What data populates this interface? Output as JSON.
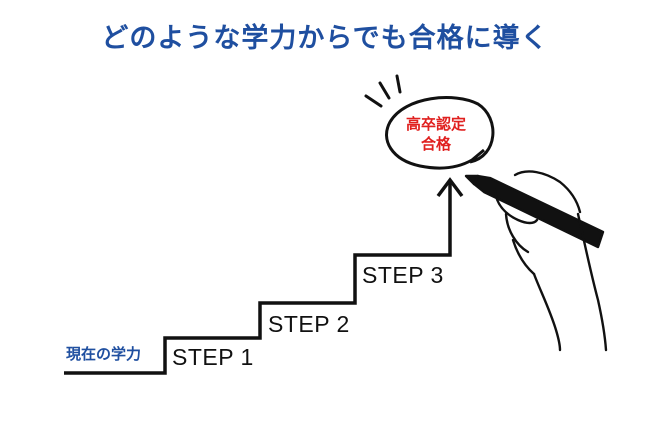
{
  "headline": "どのような学力からでも合格に導く",
  "start_label": "現在の学力",
  "steps": [
    "STEP 1",
    "STEP 2",
    "STEP 3"
  ],
  "goal": {
    "line1": "高卒認定",
    "line2": "合格"
  },
  "colors": {
    "headline": "#1f4fa0",
    "goal_text": "#e0201f",
    "line": "#111111"
  }
}
